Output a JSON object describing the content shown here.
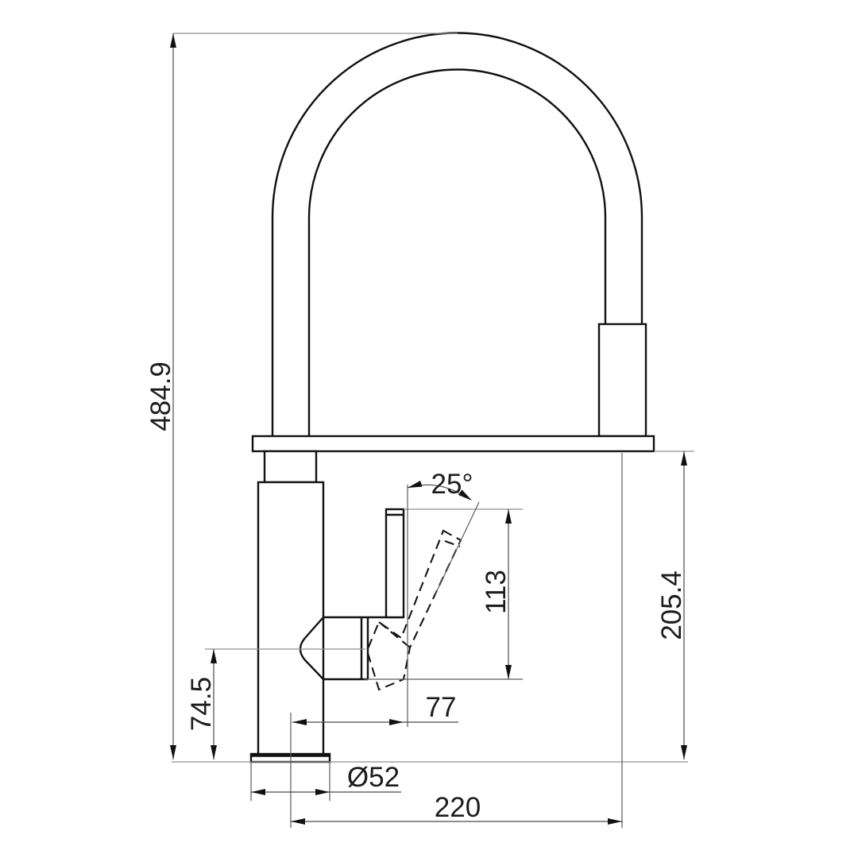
{
  "drawing": {
    "product": "Kitchen mixer faucet with arched spout and pull-down sprayer",
    "view": "dimensioned side elevation",
    "units": "mm",
    "colors": {
      "background": "#ffffff",
      "object_line": "#111111",
      "dimension_line": "#4a4a4a",
      "extension_line": "#909090",
      "text": "#1c1c1c"
    },
    "dimensions": {
      "overall_height": "484.9",
      "bracket_height": "205.4",
      "handle_height": "74.5",
      "handle_angle": "25°",
      "handle_length": "113",
      "handle_offset": "77",
      "base_diameter": "Ø52",
      "spout_reach": "220"
    }
  }
}
